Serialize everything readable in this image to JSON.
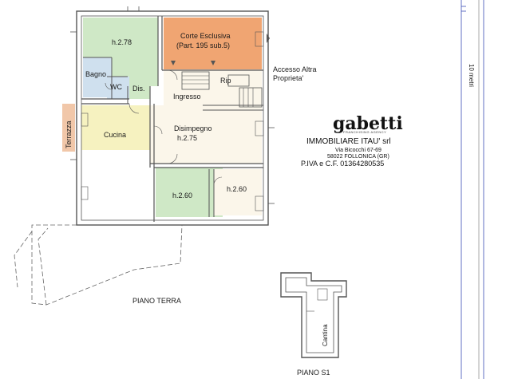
{
  "rooms": {
    "room_nw_height": "h.2.78",
    "corte_line1": "Corte Esclusiva",
    "corte_line2": "(Part. 195 sub.5)",
    "accesso_line1": "Accesso Altra",
    "accesso_line2": "Proprieta'",
    "bagno": "Bagno",
    "wc": "WC",
    "dis": "Dis.",
    "rip": "Rip",
    "ingresso": "Ingresso",
    "terrazza": "Terrazza",
    "cucina": "Cucina",
    "disimpegno": "Disimpegno",
    "disimpegno_height": "h.2.75",
    "room_s_height": "h.2.60",
    "room_se_height": "h.2.60",
    "cantina": "Cantina"
  },
  "floors": {
    "ground": "PIANO TERRA",
    "basement": "PIANO S1"
  },
  "agency": {
    "brand": "gabetti",
    "brand_tagline": "FRANCHISING AGENCY",
    "name": "IMMOBILIARE ITAU' srl",
    "address": "Via Bicocchi 67-69",
    "city": "58022 FOLLONICA (GR)",
    "vat": "P.IVA e C.F. 01364280535"
  },
  "scale": {
    "label": "10 metri"
  },
  "colors": {
    "green": "#cfe8c6",
    "orange": "#f0a572",
    "yellow": "#f6f2c0",
    "beige": "#fbf6ea",
    "blue": "#cfe0ee",
    "salmon": "#f1c7a9",
    "scale_line": "#3b4fb5"
  }
}
